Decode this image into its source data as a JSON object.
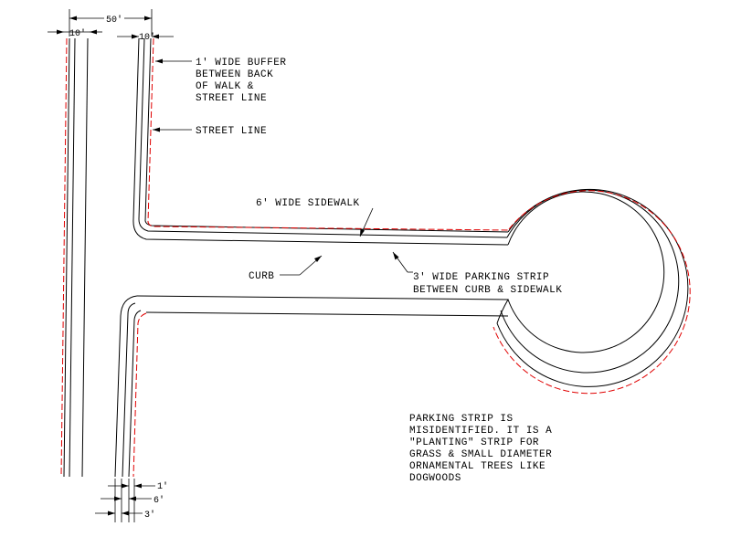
{
  "drawing": {
    "dimensions": {
      "overall_width": "50'",
      "left_strip": "10'",
      "right_strip": "10'",
      "buffer": "1'",
      "sidewalk": "6'",
      "parking_strip": "3'"
    },
    "labels": {
      "buffer": [
        "1' WIDE BUFFER",
        "BETWEEN BACK",
        "OF WALK &",
        "STREET LINE"
      ],
      "street_line": "STREET LINE",
      "sidewalk": "6' WIDE SIDEWALK",
      "curb": "CURB",
      "parking_strip": [
        "3' WIDE PARKING STRIP",
        "BETWEEN CURB & SIDEWALK"
      ]
    },
    "note": [
      "PARKING STRIP IS",
      "MISIDENTIFIED.  IT IS A",
      "\"PLANTING\" STRIP FOR",
      "GRASS & SMALL DIAMETER",
      "ORNAMENTAL TREES LIKE",
      "DOGWOODS"
    ],
    "colors": {
      "linework": "#000000",
      "street_line": "#e00000",
      "background": "#ffffff"
    }
  }
}
